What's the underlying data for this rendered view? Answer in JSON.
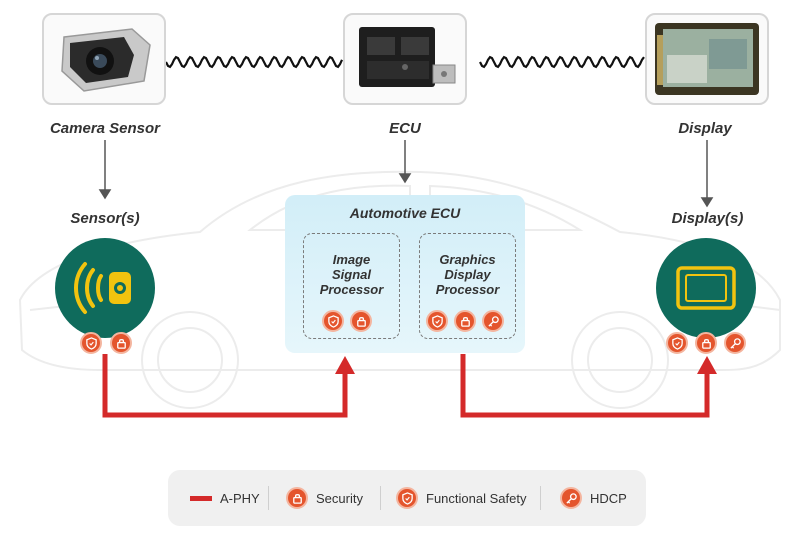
{
  "top": {
    "camera_label": "Camera Sensor",
    "ecu_label": "ECU",
    "display_label": "Display"
  },
  "sensor": {
    "label": "Sensor(s)",
    "icon": "wireless-camera-icon"
  },
  "ecu": {
    "title": "Automotive ECU",
    "isp": {
      "line1": "Image",
      "line2": "Signal",
      "line3": "Processor"
    },
    "gdp": {
      "line1": "Graphics",
      "line2": "Display",
      "line3": "Processor"
    }
  },
  "display": {
    "label": "Display(s)",
    "icon": "monitor-icon"
  },
  "legend": {
    "aphy": "A-PHY",
    "security": "Security",
    "functional_safety": "Functional Safety",
    "hdcp": "HDCP"
  },
  "colors": {
    "aphy_red": "#d42a2a",
    "badge_orange": "#e4552d",
    "teal": "#0f6b5c",
    "sensor_yellow": "#f2c30f",
    "ecu_blue": "#d2eef8"
  }
}
